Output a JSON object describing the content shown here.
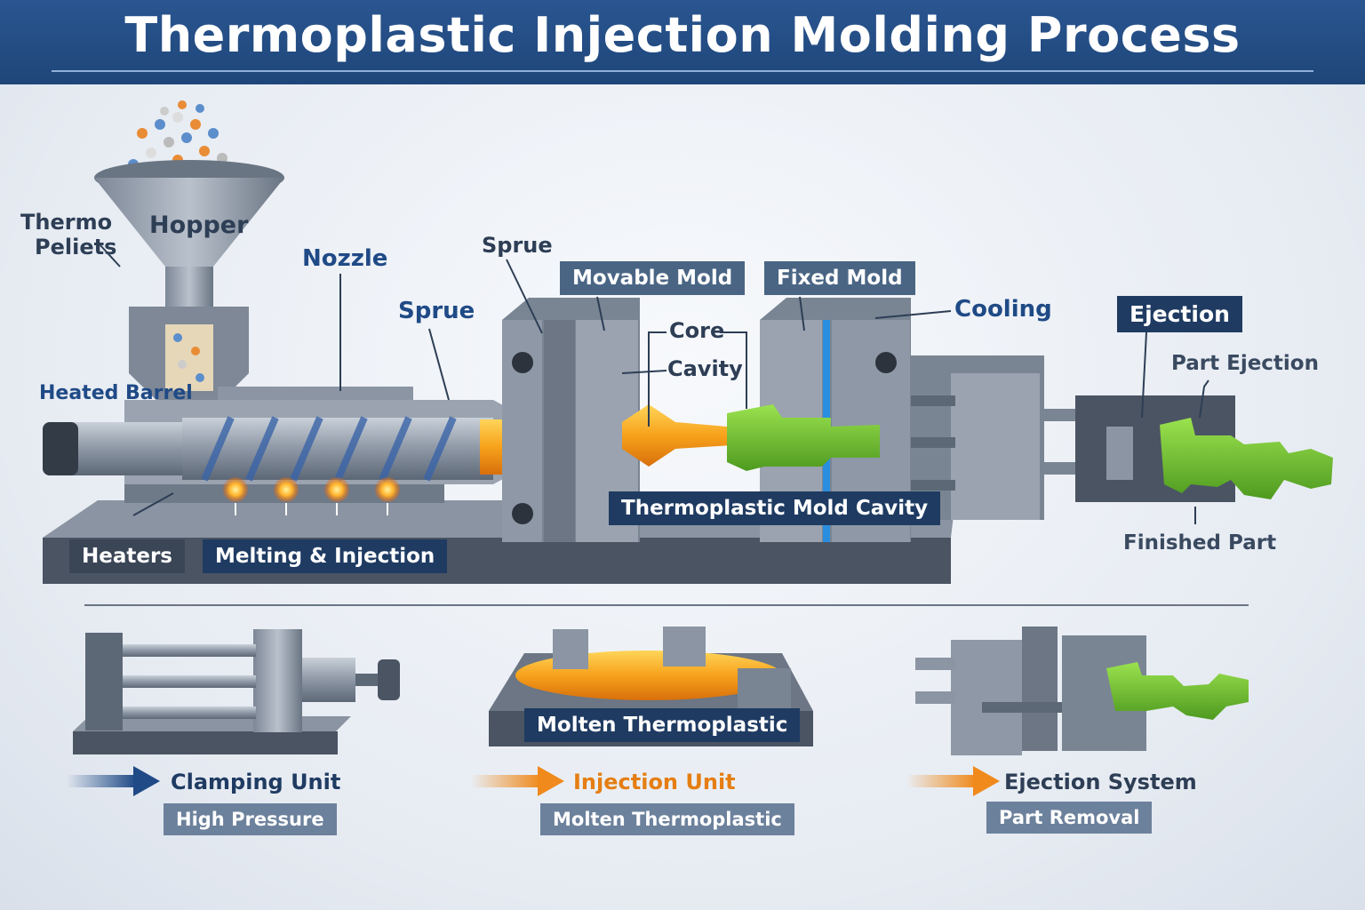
{
  "title": "Thermoplastic Injection Molding Process",
  "labels": {
    "thermo_pellets_1": "Thermo",
    "thermo_pellets_2": "Peliets",
    "hopper": "Hopper",
    "nozzle": "Nozzle",
    "sprue_top": "Sprue",
    "sprue_blue": "Sprue",
    "heated_barrel": "Heated Barrel",
    "movable_mold": "Movable Mold",
    "fixed_mold": "Fixed Mold",
    "cooling": "Cooling",
    "ejection": "Ejection",
    "core": "Core",
    "cavity": "Cavity",
    "part_ejection": "Part Ejection",
    "mold_cavity": "Thermoplastic  Mold Cavity",
    "finished_part": "Finished Part",
    "heaters": "Heaters",
    "melting_injection": "Melting & Injection"
  },
  "stages": [
    {
      "name": "Clamping Unit",
      "sub": "High Pressure",
      "arrow_color": "#1f4a86",
      "name_color": "#1f3b62"
    },
    {
      "name": "Injection Unit",
      "sub": "Molten Thermoplastic",
      "arrow_color": "#f08a1c",
      "name_color": "#e57e12"
    },
    {
      "name": "Ejection System",
      "sub": "Part Removal",
      "arrow_color": "#f08a1c",
      "name_color": "#2d3e55"
    }
  ],
  "molten_label": "Molten Thermoplastic",
  "colors": {
    "title_bg": "#1e4679",
    "steel": "#8b95a3",
    "molten": "#f7a21b",
    "part": "#6cc234",
    "cooling": "#2a8ee0"
  }
}
